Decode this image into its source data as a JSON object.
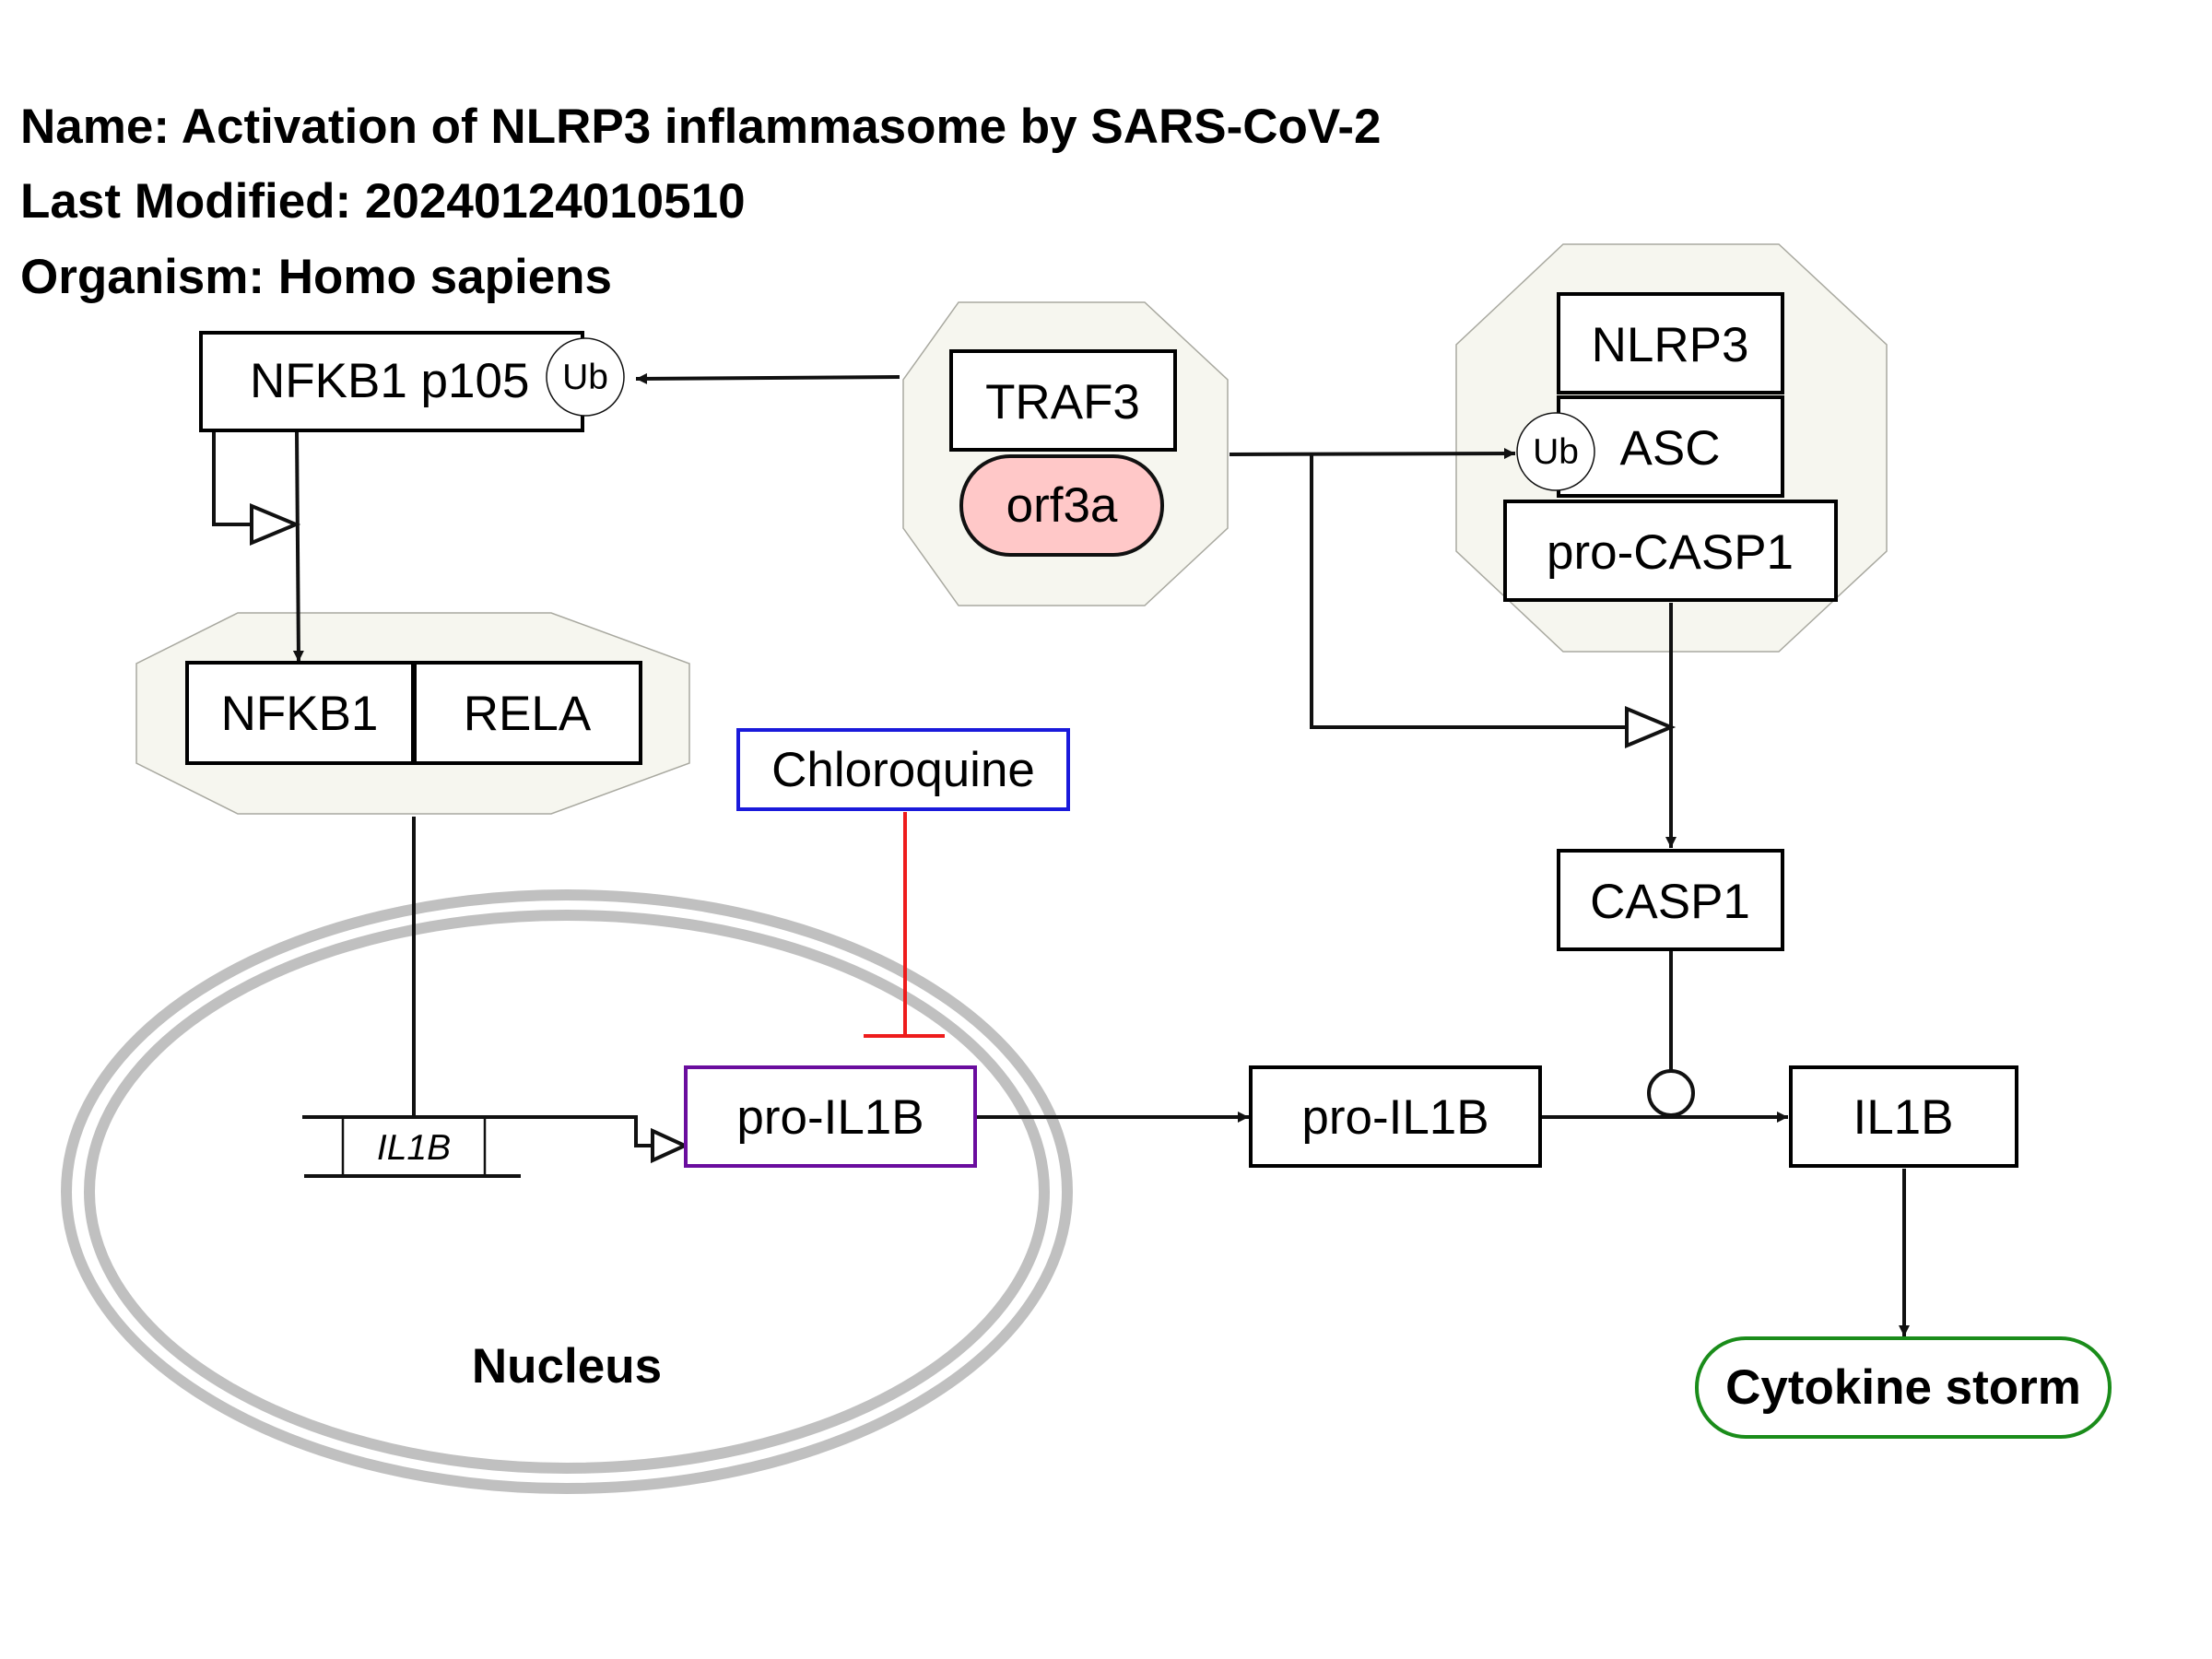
{
  "header": {
    "name_line": "Name: Activation of NLRP3 inflammasome by SARS-CoV-2",
    "modified_line": "Last Modified: 20240124010510",
    "organism_line": "Organism: Homo sapiens"
  },
  "nodes": {
    "nfkb1_p105": "NFKB1 p105",
    "nfkb1": "NFKB1",
    "rela": "RELA",
    "traf3": "TRAF3",
    "orf3a": "orf3a",
    "nlrp3": "NLRP3",
    "asc": "ASC",
    "pro_casp1": "pro-CASP1",
    "casp1": "CASP1",
    "chloroquine": "Chloroquine",
    "il1b_gene": "IL1B",
    "pro_il1b_nuclear": "pro-IL1B",
    "pro_il1b": "pro-IL1B",
    "il1b": "IL1B",
    "cytokine_storm": "Cytokine storm",
    "nucleus": "Nucleus"
  },
  "modifications": {
    "nfkb1_p105_ub": "Ub",
    "asc_ub": "Ub"
  },
  "colors": {
    "chloroquine": "#1a1adb",
    "inhibition": "#ee1c1c",
    "pro_il1b_nuclear": "#6a0d9e",
    "cytokine_storm": "#1a8c1a",
    "nucleus_label": "#666666",
    "orf3a_fill": "#ffc8c8",
    "complex_fill": "#f6f6ef",
    "nucleus_ring": "#c0c0c0"
  }
}
